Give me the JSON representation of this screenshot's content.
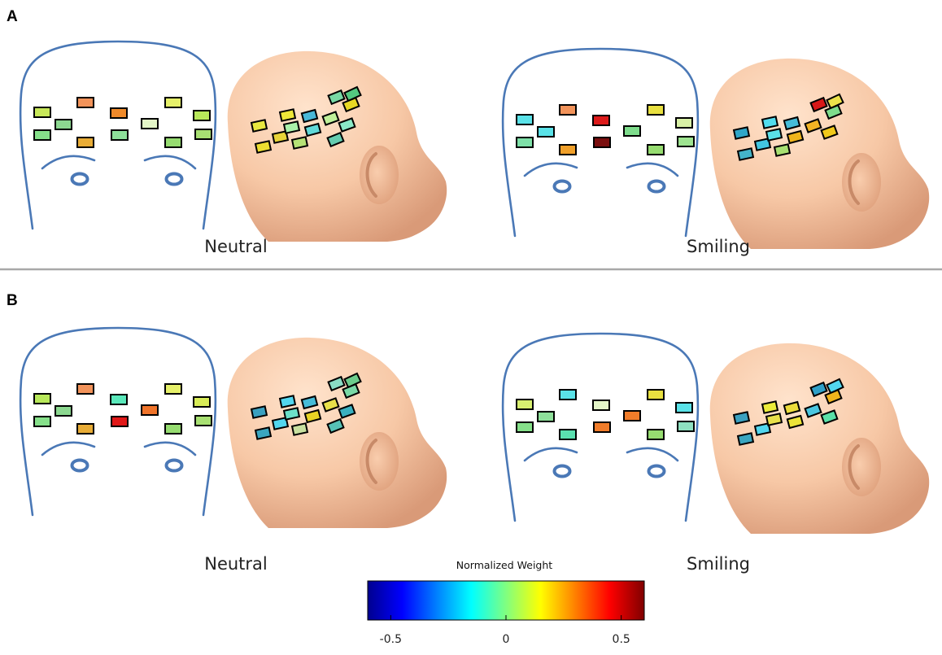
{
  "panels": [
    {
      "letter": "A",
      "figures": [
        {
          "label": "Neutral",
          "front": [
            "#c8e85a",
            "#86e08a",
            "#f2935a",
            "#f08a2a",
            "#e6f06a",
            "#b8e85a",
            "#8cd890",
            "#e8ac36",
            "#8ee09a",
            "#e4f6c8",
            "#96dc70",
            "#a8e072"
          ],
          "side": [
            "#e8e840",
            "#eee838",
            "#49b8d8",
            "#c0f09a",
            "#78d8a4",
            "#54c880",
            "#ecde30",
            "#e8d438",
            "#aaf2aa",
            "#60d8d8",
            "#8aeac8",
            "#e8d824",
            "#b6e276",
            "#64ccb0"
          ]
        },
        {
          "label": "Smiling",
          "front": [
            "#5ae2e8",
            "#7ee0a8",
            "#f2935a",
            "#dc1a1a",
            "#e8e040",
            "#d8f0a6",
            "#5ae2e8",
            "#f0a02a",
            "#7a0e0e",
            "#7edc8c",
            "#96dc70",
            "#9ee490"
          ],
          "side": [
            "#2fa6c8",
            "#52dcee",
            "#46bcd8",
            "#f2b424",
            "#d81818",
            "#ece24a",
            "#44b4c8",
            "#42c6e0",
            "#5ae0e8",
            "#f0b41c",
            "#f0c81a",
            "#7edc8c",
            "#a8e072"
          ]
        }
      ]
    },
    {
      "letter": "B",
      "figures": [
        {
          "label": "Neutral",
          "front": [
            "#b8e85a",
            "#86e08a",
            "#f2935a",
            "#5ae8ba",
            "#e6f06a",
            "#d8ec58",
            "#8cd890",
            "#e8ac36",
            "#e01818",
            "#f0742a",
            "#96dc70",
            "#a8e072"
          ],
          "side": [
            "#3aa0c0",
            "#52d6ee",
            "#46bcd8",
            "#e8e04a",
            "#8adcc4",
            "#6ccc8c",
            "#3aa6c0",
            "#52d6ee",
            "#6ce0c8",
            "#e8d424",
            "#3ab0c0",
            "#7ad8a6",
            "#c8e0a0",
            "#56c2b6"
          ]
        },
        {
          "label": "Smiling",
          "front": [
            "#d8f070",
            "#86e08a",
            "#5ae2e8",
            "#e4f6c8",
            "#e8e040",
            "#5ae2e8",
            "#8ee09a",
            "#5ae0b0",
            "#f07c2a",
            "#f07c2a",
            "#96dc70",
            "#8ee0c0"
          ],
          "side": [
            "#3aa0c0",
            "#ecec3a",
            "#ecdc3c",
            "#4ac6e0",
            "#2fa0c8",
            "#52d6ee",
            "#3aa6c0",
            "#52d6ee",
            "#e8e04a",
            "#ece438",
            "#5ae0a8",
            "#f0b41c"
          ]
        }
      ]
    }
  ],
  "colorbar": {
    "title": "Normalized Weight",
    "ticks": [
      "-0.5",
      "0",
      "0.5"
    ],
    "tick_values": [
      -0.5,
      0,
      0.5
    ],
    "range": [
      -0.6,
      0.6
    ],
    "colormap": [
      "#00008f",
      "#0000ff",
      "#0080ff",
      "#00ffff",
      "#80ff80",
      "#ffff00",
      "#ff8000",
      "#ff0000",
      "#800000"
    ]
  },
  "colors": {
    "outline": "#4a78b6",
    "divider": "#a8a8a8",
    "skin_light": "#ffe3cc",
    "skin_mid": "#f7c8a6",
    "skin_dark": "#d99a78"
  }
}
